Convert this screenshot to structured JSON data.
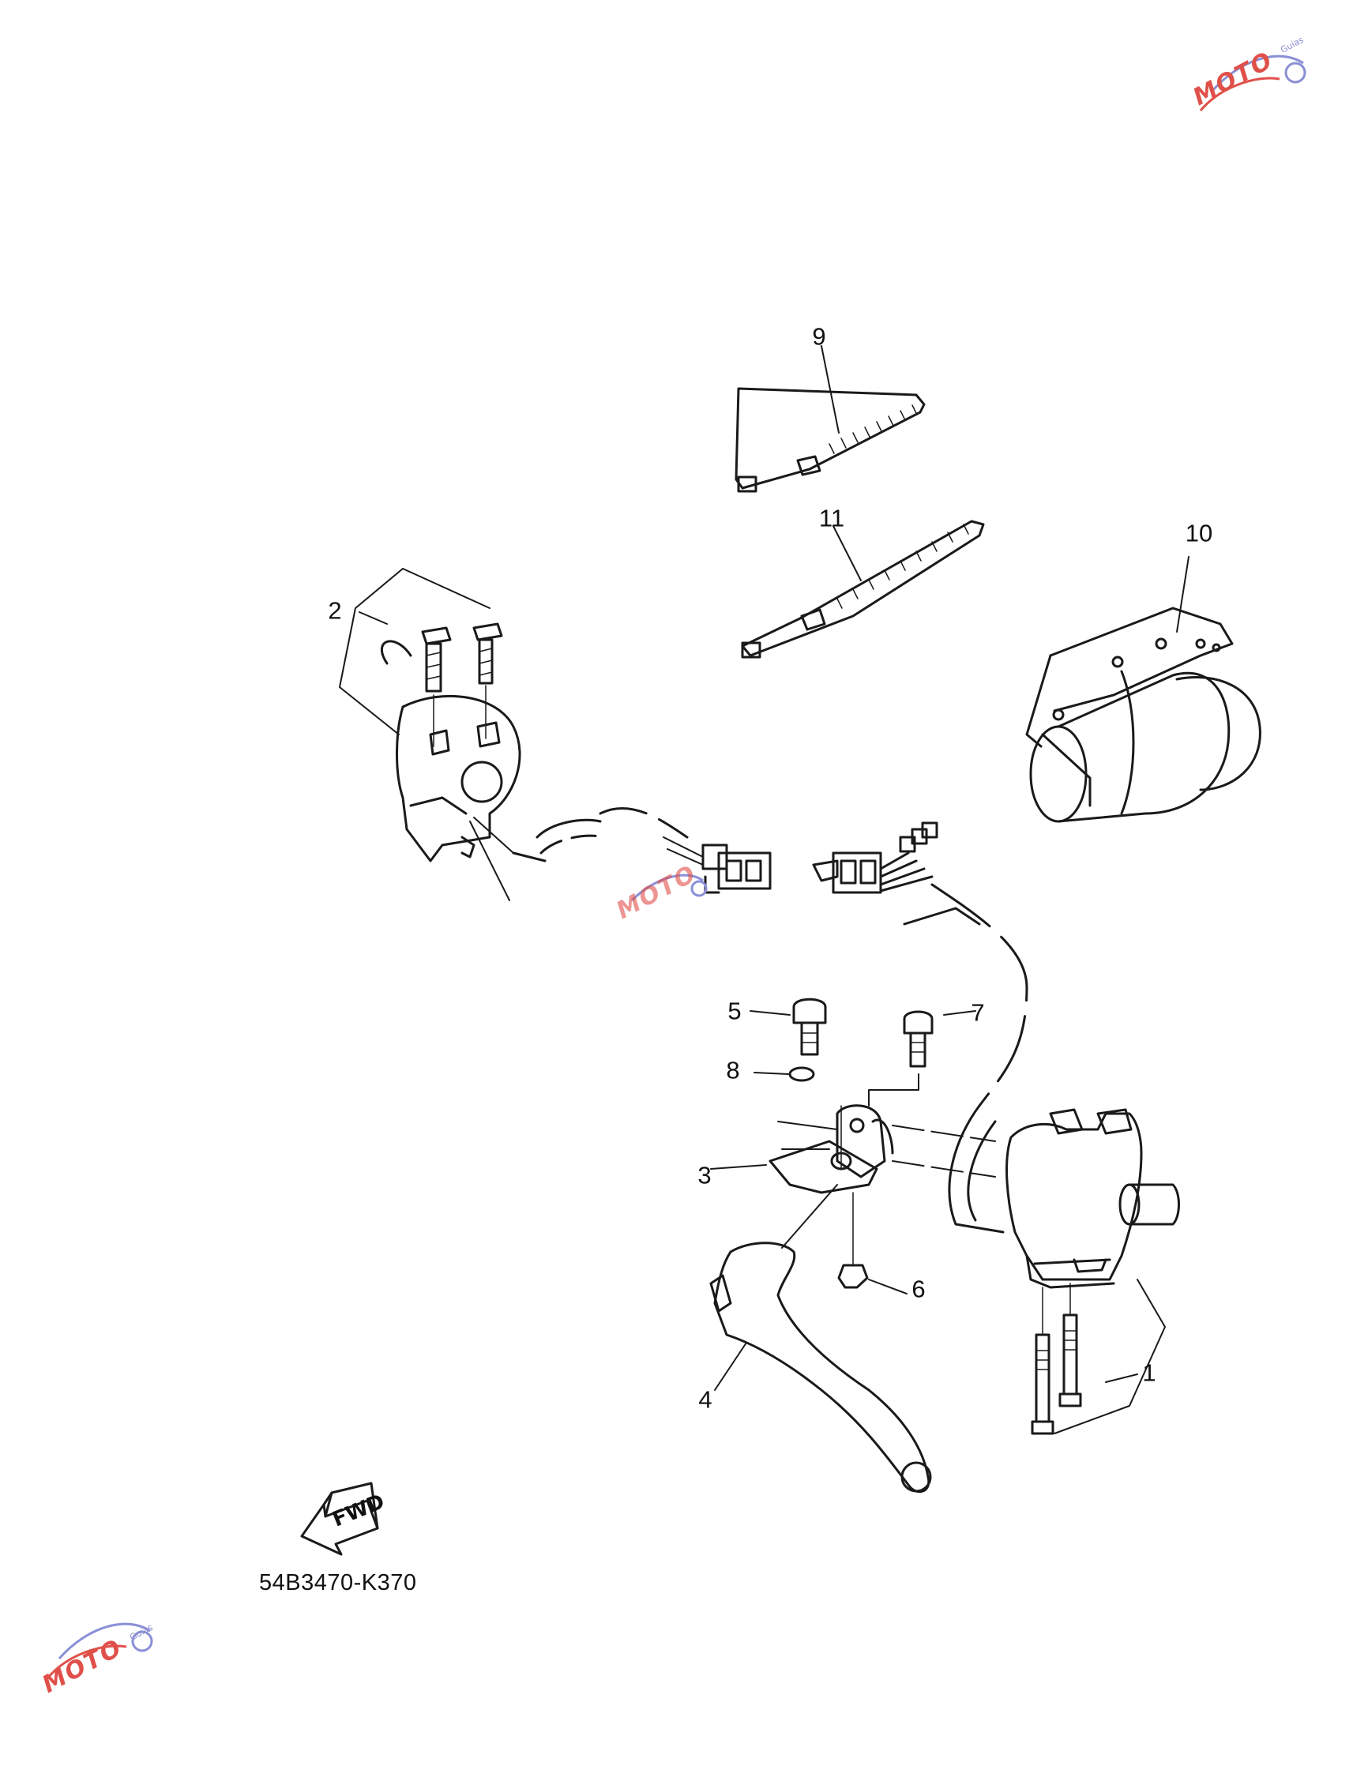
{
  "callouts": {
    "c1": "1",
    "c2": "2",
    "c3": "3",
    "c4": "4",
    "c5": "5",
    "c6": "6",
    "c7": "7",
    "c8": "8",
    "c9": "9",
    "c10": "10",
    "c11": "11"
  },
  "fwd_label": "FWD",
  "diagram_code": "54B3470-K370",
  "watermark": {
    "brand": "MOTO",
    "sub": "Guias"
  },
  "colors": {
    "line": "#1a1a1a",
    "watermark_blue": "#8a8fd6",
    "watermark_red": "#e0504a"
  }
}
